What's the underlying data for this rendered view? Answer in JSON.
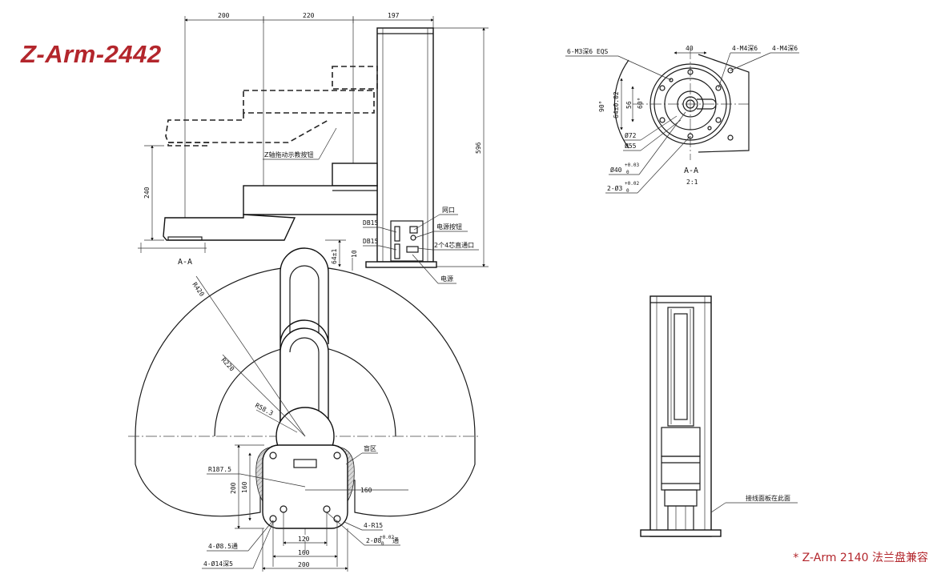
{
  "title": "Z-Arm-2442",
  "footnote": "* Z-Arm 2140 法兰盘兼容",
  "colors": {
    "title": "#b3262c",
    "line": "#1a1a1a"
  },
  "side_view": {
    "dims": {
      "d200": "200",
      "d220": "220",
      "d197": "197",
      "d596": "596",
      "d240": "240",
      "d64": "64±1",
      "d10": "10"
    },
    "labels": {
      "z_button": "Z轴拖动示教按钮",
      "db15_a": "DB15",
      "db15_b": "DB15",
      "network": "网口",
      "power_button": "电源按钮",
      "four_core": "2个4芯直通口",
      "power": "电源",
      "section": "A-A"
    }
  },
  "flange_view": {
    "labels": {
      "m3": "6-M3深6 EQS",
      "m4a": "4-M4深6",
      "m4b": "4-M4深6",
      "d40": "40",
      "ang90": "90°",
      "d64": "64±0.02",
      "d56": "56",
      "ang60": "60°",
      "phi72": "Ø72",
      "phi55": "Ø55",
      "phi40": "Ø40",
      "phi40_tol": "+0.03",
      "phi40_tol0": "0",
      "pin3": "2-Ø3",
      "pin3_tol": "+0.02",
      "pin3_tol0": "0",
      "section": "A-A",
      "scale": "2:1"
    }
  },
  "top_view": {
    "labels": {
      "r420": "R420",
      "r220": "R220",
      "r583": "R58.3",
      "r1875": "R187.5",
      "blind": "盲区",
      "d160r": "160",
      "d200v": "200",
      "d160v": "160",
      "d120": "120",
      "d160b": "160",
      "d200b": "200",
      "r15": "4-R15",
      "pin8": "2-Ø8",
      "pin8_tol": "+0.02",
      "pin8_tol0": "0",
      "pin8_suffix": "通",
      "hole85": "4-Ø8.5通",
      "hole14": "4-Ø14深5"
    }
  },
  "column_view": {
    "labels": {
      "panel": "接线面板在此面"
    }
  }
}
